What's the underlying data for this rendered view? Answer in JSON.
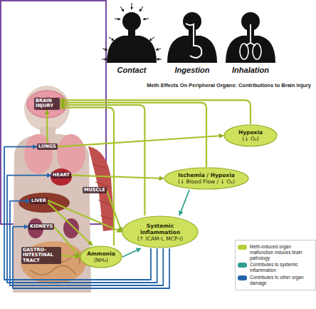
{
  "diagram": {
    "title": "Meth Effects On Peripheral Organs: Contributions to Brain Injury",
    "nodes": [
      {
        "text": [
          "BRAIN INJURY"
        ]
      },
      {
        "text": [
          "LUNGS"
        ]
      },
      {
        "text": [
          "HEART"
        ]
      },
      {
        "text": [
          "LIVER"
        ]
      },
      {
        "text": [
          "MUSCLE"
        ]
      },
      {
        "text": [
          "KIDNEYS"
        ]
      },
      {
        "text": [
          "GASTRO-INTESTINAL TRACT"
        ]
      },
      {
        "text": [
          "Hypoxia",
          "(↓ O₂)"
        ]
      },
      {
        "text": [
          "Ischemia / Hypoxia",
          "(↓ Blood Flow / ↓ O₂)"
        ]
      },
      {
        "text": [
          "Systemic Inflammation",
          "(↑ ICAM-I, MCP-I)"
        ]
      },
      {
        "text": [
          "Ammonia",
          "(NH₃)"
        ]
      }
    ],
    "edges": [
      {
        "from": 1,
        "to": 7,
        "arrow": "to"
      },
      {
        "from": 1,
        "to": 0,
        "arrow": "to"
      },
      {
        "from": 2,
        "to": 8,
        "arrow": "to"
      },
      {
        "from": 4,
        "to": 9,
        "arrow": "to"
      },
      {
        "from": 3,
        "to": 9,
        "arrow": "to"
      },
      {
        "from": 3,
        "to": 10,
        "arrow": "to"
      },
      {
        "from": 5,
        "to": 10,
        "arrow": "to"
      },
      {
        "from": 6,
        "to": 10,
        "arrow": "to"
      },
      {
        "from": 7,
        "to": 0,
        "arrow": "to"
      },
      {
        "from": 8,
        "to": 0,
        "arrow": "to"
      },
      {
        "from": 9,
        "to": 0,
        "arrow": "to"
      },
      {
        "from": 10,
        "to": 0,
        "arrow": "to"
      },
      {
        "from": 10,
        "to": 9,
        "arrow": "to"
      },
      {
        "from": 8,
        "to": 9,
        "arrow": "to"
      },
      {
        "from": 9,
        "to": 1,
        "arrow": "to"
      },
      {
        "from": 9,
        "to": 2,
        "arrow": "to"
      },
      {
        "from": 9,
        "to": 3,
        "arrow": "to"
      },
      {
        "from": 9,
        "to": 5,
        "arrow": "to"
      }
    ],
    "labels": [
      "Contact",
      "Ingestion",
      "Inhalation"
    ],
    "legend": [
      {
        "text": "Meth-induced organ malfunction induces brain pathology",
        "color": "#b5cf3c"
      },
      {
        "text": "Contributes to systemic inflammation",
        "color": "#2e9e8e"
      },
      {
        "text": "Contributes to other organ damage",
        "color": "#2364aa"
      }
    ]
  }
}
